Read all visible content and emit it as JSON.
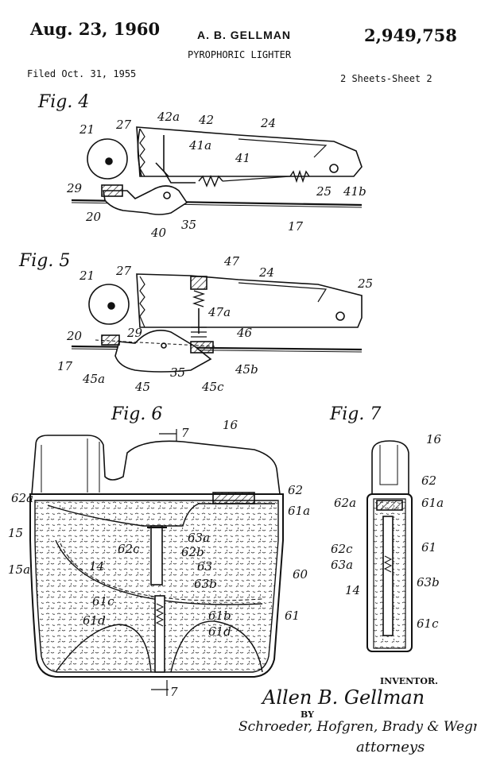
{
  "header": {
    "date": "Aug. 23, 1960",
    "inventor_name": "A. B. GELLMAN",
    "patent_number": "2,949,758",
    "title": "PYROPHORIC LIGHTER",
    "filed": "Filed Oct. 31, 1955",
    "sheets": "2 Sheets-Sheet 2"
  },
  "figures": {
    "fig4": "Fig. 4",
    "fig5": "Fig. 5",
    "fig6": "Fig. 6",
    "fig7": "Fig. 7"
  },
  "labels": {
    "l21a": "21",
    "l27a": "27",
    "l42a": "42a",
    "l42": "42",
    "l24a": "24",
    "l41a": "41a",
    "l41": "41",
    "l25a": "25",
    "l41b": "41b",
    "l29a": "29",
    "l20a": "20",
    "l40": "40",
    "l35a": "35",
    "l17a": "17",
    "l21b": "21",
    "l27b": "27",
    "l47": "47",
    "l24b": "24",
    "l25b": "25",
    "l47a": "47a",
    "l20b": "20",
    "l29b": "29",
    "l46": "46",
    "l17b": "17",
    "l45a": "45a",
    "l45": "45",
    "l35b": "35",
    "l45b": "45b",
    "l45c": "45c",
    "l7top": "7",
    "l16a": "16",
    "l62a": "62a",
    "l62": "62",
    "l61a": "61a",
    "l15": "15",
    "l15a": "15a",
    "l62c": "62c",
    "l62b": "62b",
    "l63a": "63a",
    "l14": "14",
    "l63": "63",
    "l63b": "63b",
    "l60": "60",
    "l61c": "61c",
    "l61b": "61b",
    "l61d": "61d",
    "l61": "61",
    "l7bot": "7",
    "l16b": "16",
    "l62_7": "62",
    "l62a_7": "62a",
    "l61a_7": "61a",
    "l62c_7": "62c",
    "l63a_7": "63a",
    "l61_7": "61",
    "l14_7": "14",
    "l63b_7": "63b",
    "l61c_7": "61c"
  },
  "signature": {
    "inventor_label": "INVENTOR.",
    "inventor_signature": "Allen B. Gellman",
    "by": "BY",
    "firm": "Schroeder, Hofgren, Brady & Wegner",
    "attorneys": "attorneys"
  }
}
